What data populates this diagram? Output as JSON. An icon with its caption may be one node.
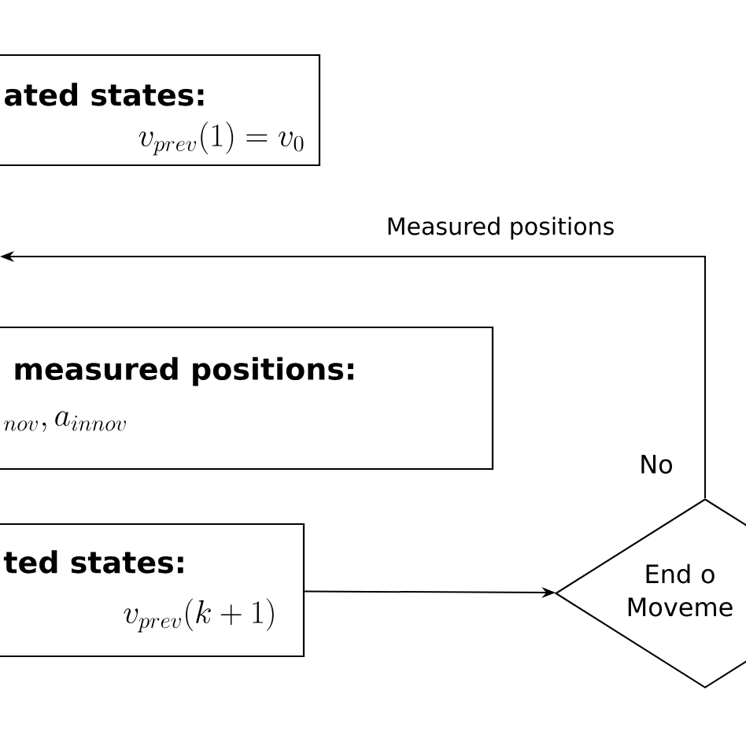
{
  "diagram": {
    "nodes": [
      {
        "text": [
          "ated states:",
          "v_{prev}(1) = v_0"
        ]
      },
      {
        "text": [
          "measured positions:",
          "{}_{nov}, a_{innov}"
        ]
      },
      {
        "text": [
          "ted states:",
          "v_{prev}(k + 1)"
        ]
      },
      {
        "text": [
          "End o Moveme"
        ]
      }
    ],
    "edges": [
      {
        "from": 2,
        "to": 3,
        "arrow": "to"
      },
      {
        "from": 3,
        "to": null,
        "arrow": "to",
        "label": "Measured positions"
      }
    ],
    "labels": [
      "No"
    ]
  }
}
